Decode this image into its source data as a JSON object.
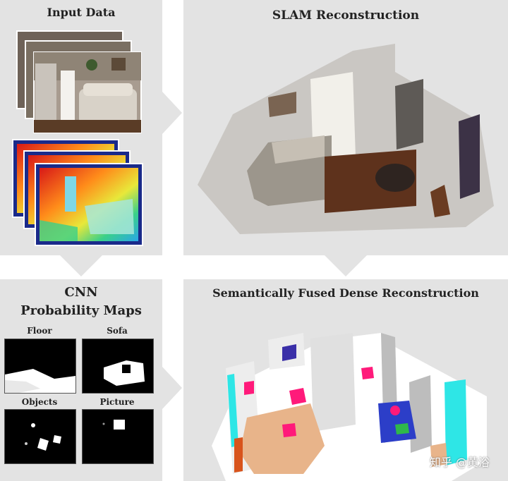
{
  "panels": {
    "input": {
      "title": "Input Data"
    },
    "slam": {
      "title": "SLAM Reconstruction"
    },
    "cnn": {
      "title_line1": "CNN",
      "title_line2": "Probability Maps"
    },
    "semantic": {
      "title": "Semantically Fused Dense Reconstruction"
    }
  },
  "prob_maps": [
    {
      "label": "Floor"
    },
    {
      "label": "Sofa"
    },
    {
      "label": "Objects"
    },
    {
      "label": "Picture"
    }
  ],
  "watermark": "知乎 @黄浴",
  "colors": {
    "panel_bg": "#e3e3e3",
    "sofa_semantic": "#e8b48a",
    "wall_semantic": "#ededed",
    "window_semantic": "#2ee6e6",
    "object_semantic": "#ff1a7a",
    "picture_semantic": "#3a2fa8"
  }
}
